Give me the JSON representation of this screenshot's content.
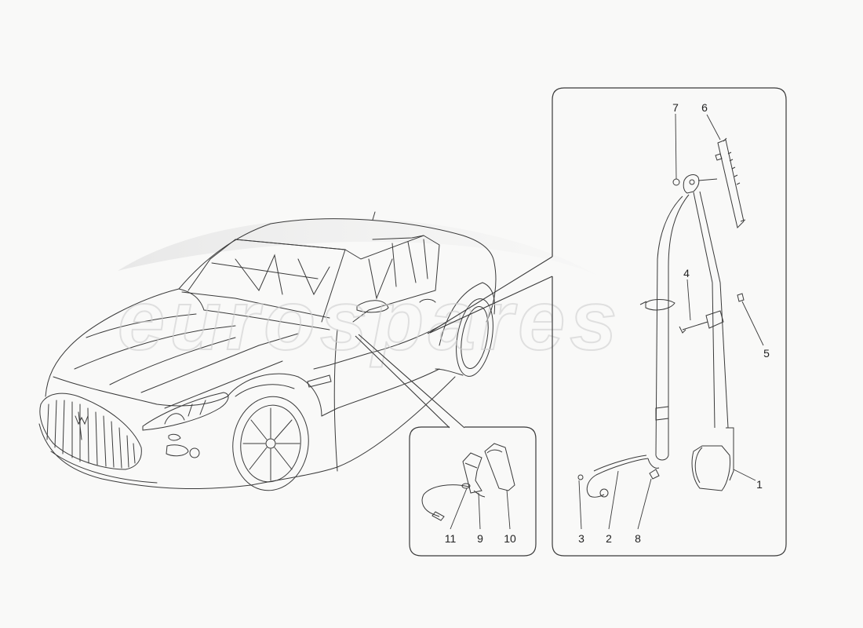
{
  "diagram": {
    "type": "exploded parts diagram",
    "subject": "front seat belt assembly",
    "vehicle_view": "coupe, front three-quarter view",
    "watermark": "eurospares",
    "colors": {
      "background": "#f9f9f8",
      "line": "#3a3a3a",
      "label": "#222222",
      "watermark": "#d2d2d2"
    },
    "callouts": {
      "main_box": {
        "labels": [
          {
            "id": "1",
            "text": "1",
            "part": "seat belt retractor"
          },
          {
            "id": "2",
            "text": "2",
            "part": "lower anchor rod"
          },
          {
            "id": "3",
            "text": "3",
            "part": "bolt"
          },
          {
            "id": "4",
            "text": "4",
            "part": "bolt"
          },
          {
            "id": "5",
            "text": "5",
            "part": "clip"
          },
          {
            "id": "6",
            "text": "6",
            "part": "height adjuster rail"
          },
          {
            "id": "7",
            "text": "7",
            "part": "nut"
          },
          {
            "id": "8",
            "text": "8",
            "part": "clip"
          }
        ]
      },
      "buckle_box": {
        "labels": [
          {
            "id": "11",
            "text": "11",
            "part": "buckle wiring"
          },
          {
            "id": "9",
            "text": "9",
            "part": "buckle"
          },
          {
            "id": "10",
            "text": "10",
            "part": "buckle cover"
          }
        ]
      }
    }
  }
}
